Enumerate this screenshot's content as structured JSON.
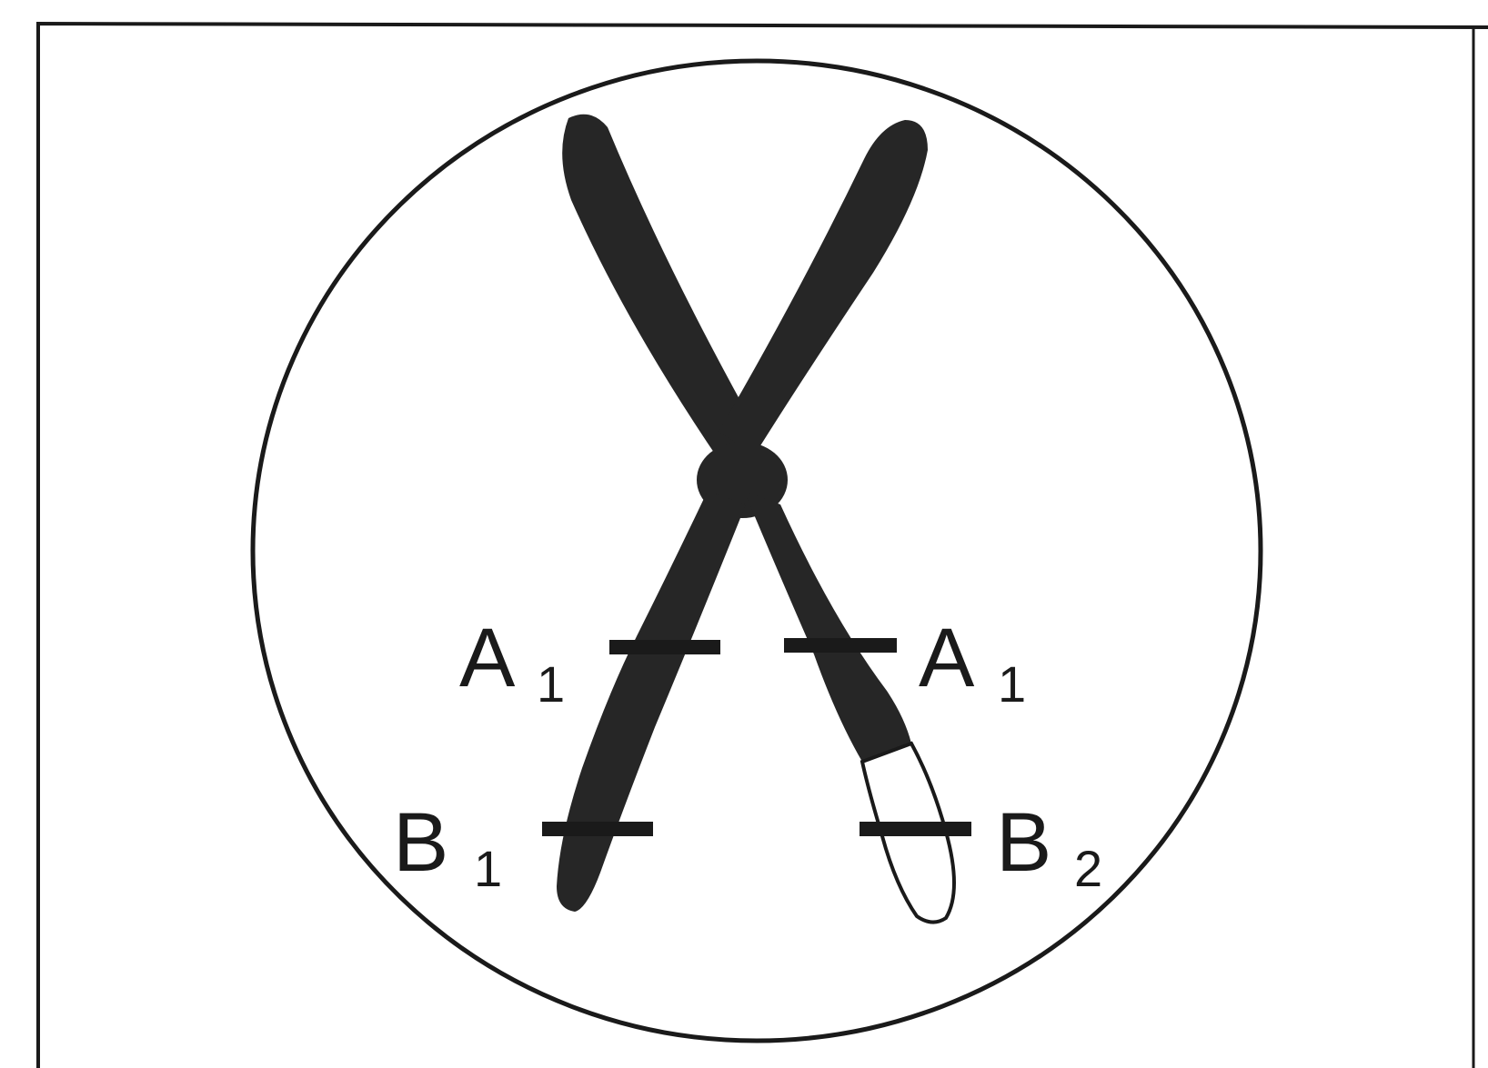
{
  "diagram": {
    "markers": {
      "left_upper": {
        "letter": "A",
        "index": "1"
      },
      "right_upper": {
        "letter": "A",
        "index": "1"
      },
      "left_lower": {
        "letter": "B",
        "index": "1"
      },
      "right_lower": {
        "letter": "B",
        "index": "2"
      }
    },
    "colors": {
      "chromatid_fill": "#262626",
      "recombinant_segment_fill": "#ffffff",
      "outline": "#1a1a1a",
      "background": "#ffffff"
    }
  }
}
